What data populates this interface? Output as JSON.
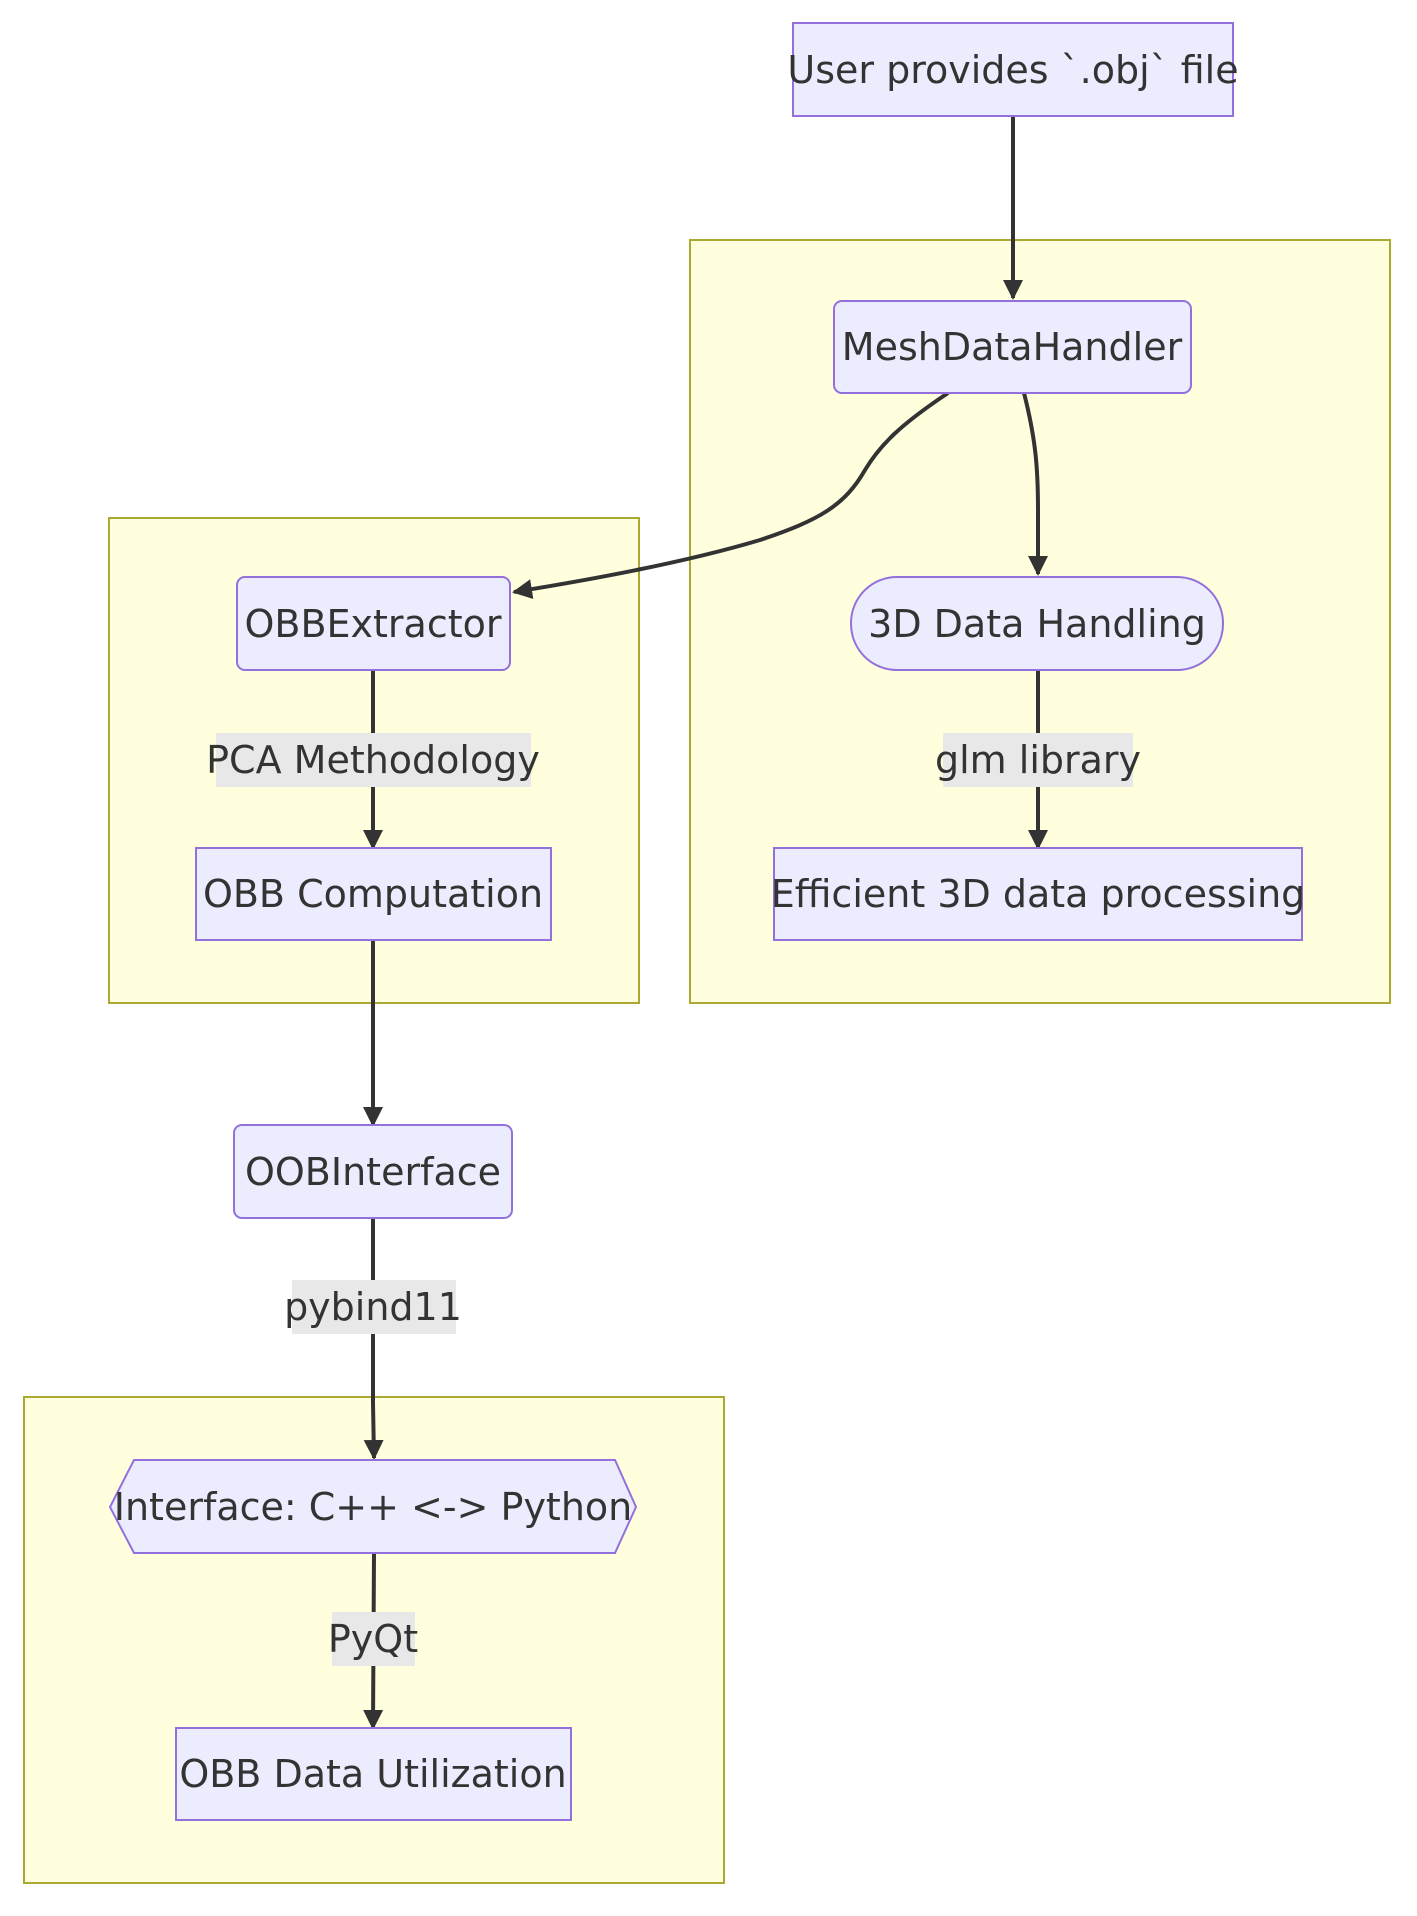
{
  "diagram": {
    "colors": {
      "node_fill": "#ececff",
      "node_stroke": "#9370db",
      "cluster_fill": "#ffffde",
      "cluster_stroke": "#aaaa33",
      "edge": "#333333",
      "edge_label_bg": "#e8e8e8",
      "text": "#333333"
    },
    "nodes": {
      "user_obj": "User provides `.obj` file",
      "mesh_handler": "MeshDataHandler",
      "data_handling": "3D Data Handling",
      "efficient": "Efficient 3D data processing",
      "obb_extractor": "OBBExtractor",
      "obb_computation": "OBB Computation",
      "oob_interface": "OOBInterface",
      "interface_cpp_py": "Interface: C++ <-> Python",
      "obb_utilization": "OBB Data Utilization"
    },
    "edge_labels": {
      "pca": "PCA Methodology",
      "glm": "glm library",
      "pybind": "pybind11",
      "pyqt": "PyQt"
    }
  }
}
